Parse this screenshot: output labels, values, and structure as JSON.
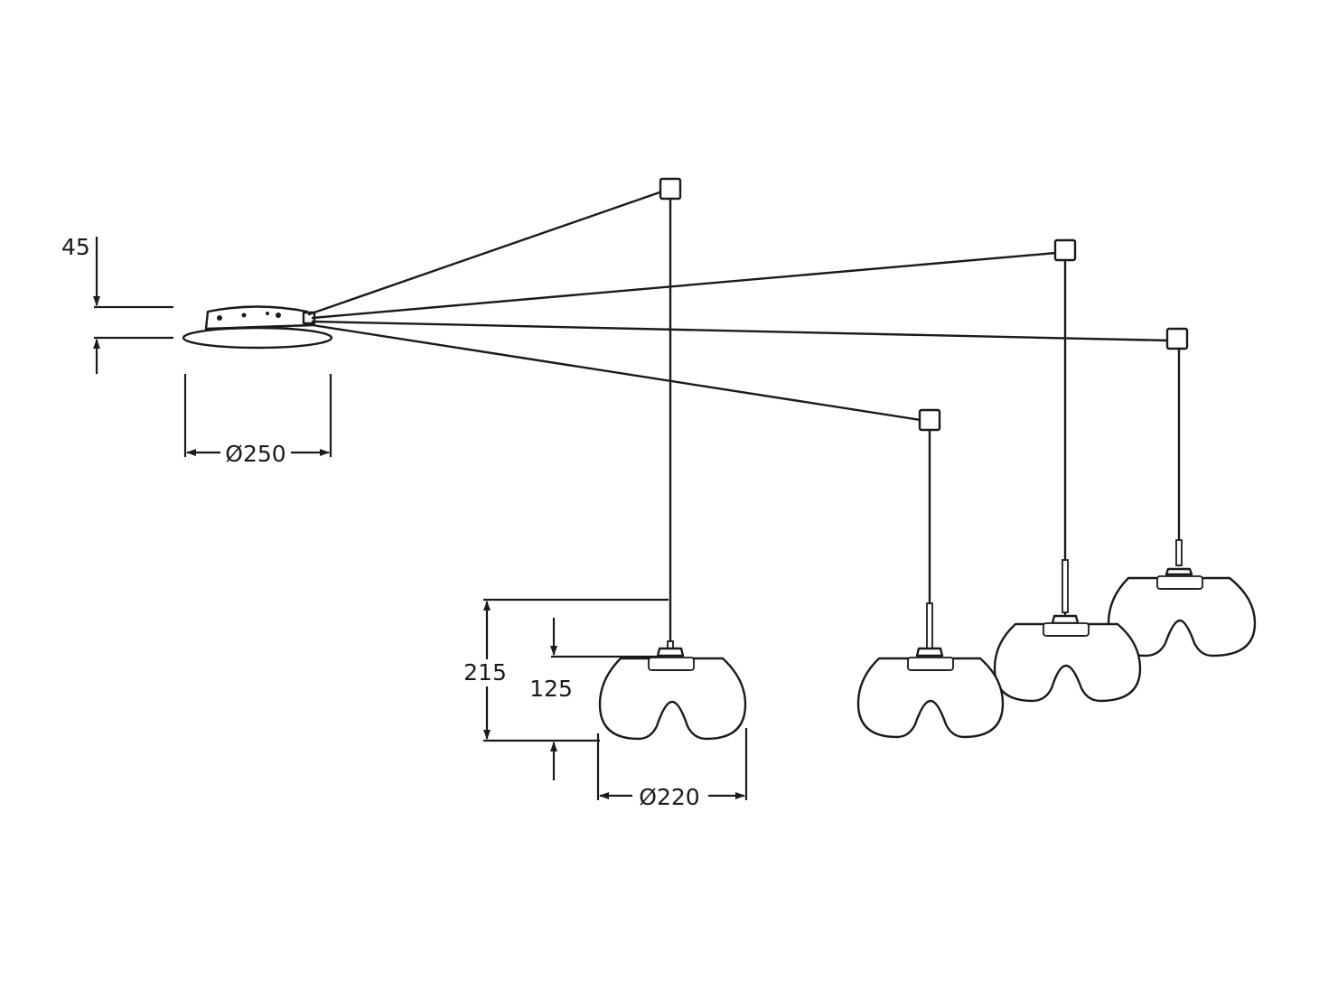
{
  "dimensions": {
    "canopy_height": "45",
    "canopy_diameter": "Ø250",
    "overall_shade_height": "215",
    "shade_height": "125",
    "shade_diameter": "Ø220"
  },
  "colors": {
    "line": "#1a1a1a",
    "background": "#ffffff"
  }
}
